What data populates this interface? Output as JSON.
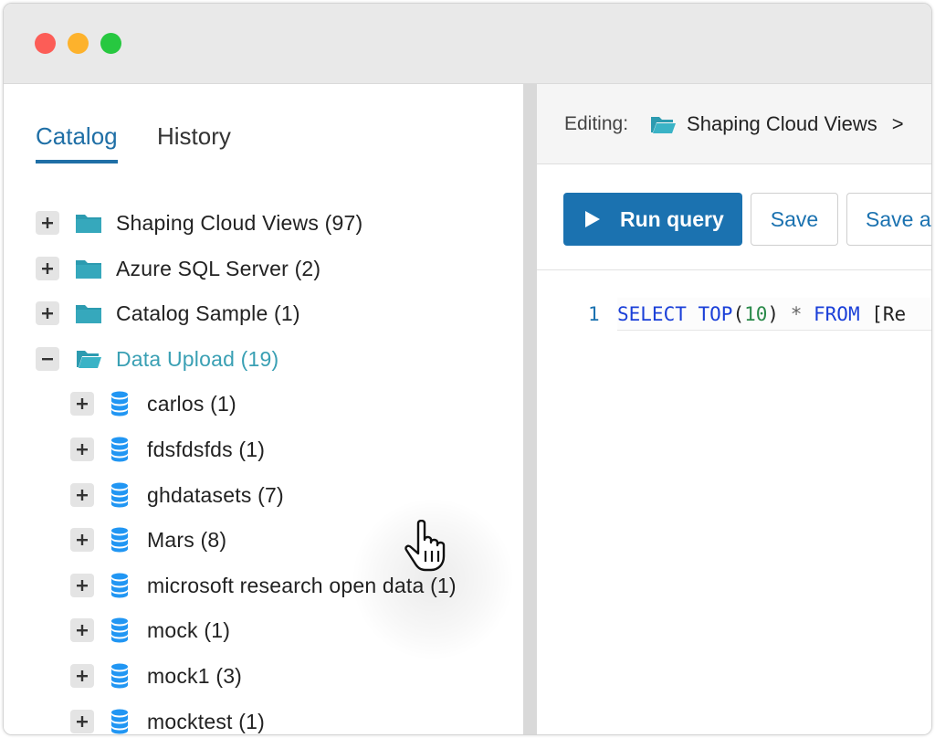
{
  "window": {
    "controls": [
      "close",
      "minimize",
      "maximize"
    ]
  },
  "left_panel": {
    "tabs": [
      {
        "label": "Catalog",
        "active": true
      },
      {
        "label": "History",
        "active": false
      }
    ],
    "tree": [
      {
        "label": "Shaping Cloud Views (97)",
        "icon": "folder-icon",
        "toggle": "plus",
        "depth": 0
      },
      {
        "label": "Azure SQL Server (2)",
        "icon": "folder-icon",
        "toggle": "plus",
        "depth": 0
      },
      {
        "label": "Catalog Sample (1)",
        "icon": "folder-icon",
        "toggle": "plus",
        "depth": 0
      },
      {
        "label": "Data Upload (19)",
        "icon": "folder-open-icon",
        "toggle": "minus",
        "depth": 0,
        "expanded": true
      },
      {
        "label": "carlos (1)",
        "icon": "database-icon",
        "toggle": "plus",
        "depth": 1
      },
      {
        "label": "fdsfdsfds (1)",
        "icon": "database-icon",
        "toggle": "plus",
        "depth": 1
      },
      {
        "label": "ghdatasets (7)",
        "icon": "database-icon",
        "toggle": "plus",
        "depth": 1
      },
      {
        "label": "Mars (8)",
        "icon": "database-icon",
        "toggle": "plus",
        "depth": 1
      },
      {
        "label": "microsoft research open data (1)",
        "icon": "database-icon",
        "toggle": "plus",
        "depth": 1
      },
      {
        "label": "mock (1)",
        "icon": "database-icon",
        "toggle": "plus",
        "depth": 1
      },
      {
        "label": "mock1 (3)",
        "icon": "database-icon",
        "toggle": "plus",
        "depth": 1
      },
      {
        "label": "mocktest (1)",
        "icon": "database-icon",
        "toggle": "plus",
        "depth": 1
      }
    ]
  },
  "editor": {
    "editing_label": "Editing:",
    "editing_value": "Shaping Cloud Views",
    "breadcrumb_separator": ">",
    "toolbar": {
      "run_label": "Run query",
      "save_label": "Save",
      "save_as_label": "Save a"
    },
    "code_lines": [
      {
        "number": "1",
        "tokens": [
          {
            "text": "SELECT",
            "kind": "kw"
          },
          {
            "text": " ",
            "kind": "plain"
          },
          {
            "text": "TOP",
            "kind": "kw"
          },
          {
            "text": "(",
            "kind": "plain"
          },
          {
            "text": "10",
            "kind": "num"
          },
          {
            "text": ") ",
            "kind": "plain"
          },
          {
            "text": "*",
            "kind": "op"
          },
          {
            "text": " ",
            "kind": "plain"
          },
          {
            "text": "FROM",
            "kind": "kw"
          },
          {
            "text": " [Re",
            "kind": "plain"
          }
        ]
      }
    ]
  },
  "colors": {
    "accent": "#1b72b0",
    "folder": "#2c9bb0",
    "database": "#2196f3",
    "expanded_text": "#3aa0b4"
  }
}
